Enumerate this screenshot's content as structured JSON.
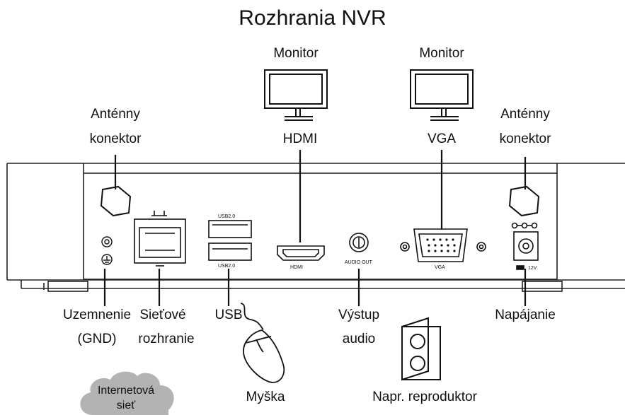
{
  "title": "Rozhrania NVR",
  "labels": {
    "monitor_left": "Monitor",
    "monitor_right": "Monitor",
    "antenna_left_1": "Anténny",
    "antenna_left_2": "konektor",
    "antenna_right_1": "Anténny",
    "antenna_right_2": "konektor",
    "hdmi": "HDMI",
    "vga": "VGA",
    "gnd_1": "Uzemnenie",
    "gnd_2": "(GND)",
    "network_1": "Sieťové",
    "network_2": "rozhranie",
    "usb": "USB",
    "audio_1": "Výstup",
    "audio_2": "audio",
    "power": "Napájanie",
    "cloud_1": "Internetová",
    "cloud_2": "sieť",
    "mouse": "Myška",
    "speaker": "Napr. reproduktor"
  },
  "port_marks": {
    "usb_top": "USB2.0",
    "usb_bottom": "USB2.0",
    "hdmi": "HDMI",
    "audio": "AUDIO OUT",
    "vga": "VGA",
    "power": "12V"
  }
}
